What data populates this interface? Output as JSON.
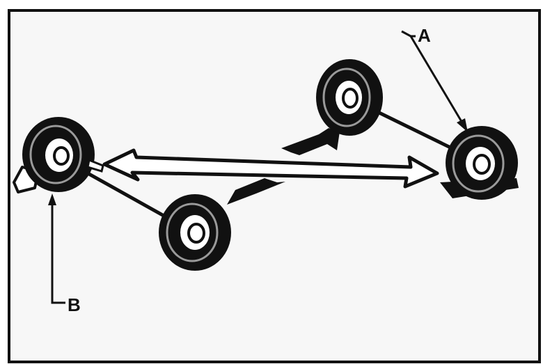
{
  "figure": {
    "callouts": [
      {
        "id": "A",
        "label": "A"
      },
      {
        "id": "B",
        "label": "B"
      }
    ]
  },
  "colors": {
    "ink": "#111111",
    "panel": "#f7f7f7",
    "page": "#ffffff",
    "tire_highlight": "#9a9a9a"
  }
}
